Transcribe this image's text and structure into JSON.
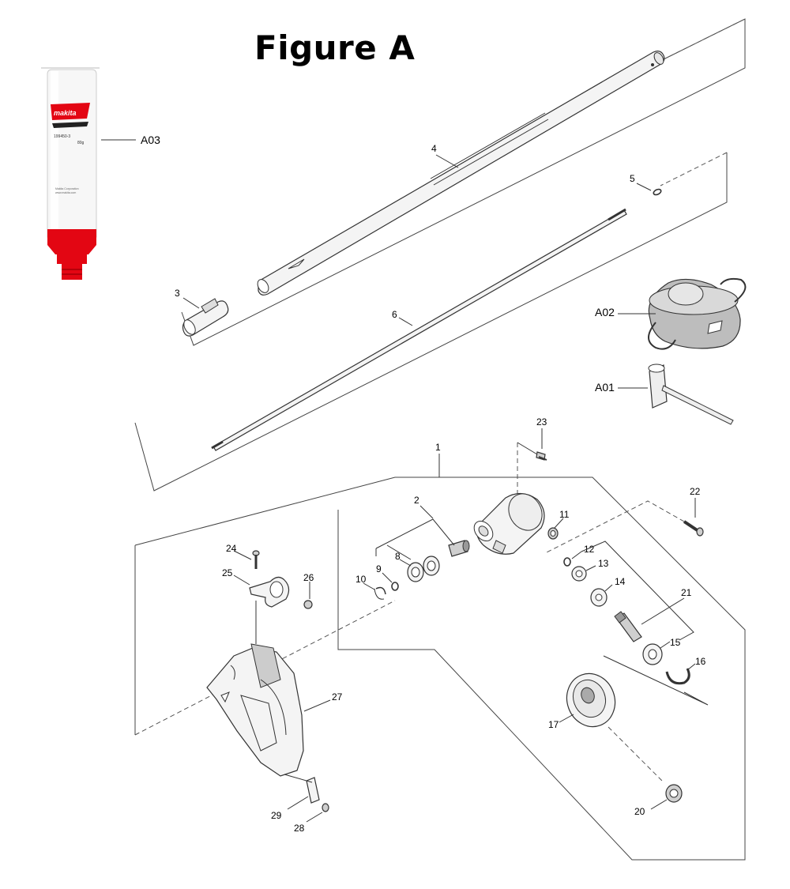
{
  "title": "Figure A",
  "accessory_labels": {
    "a01": "A01",
    "a02": "A02",
    "a03": "A03"
  },
  "grease_tube": {
    "brand": "makita",
    "part_no": "199450-3",
    "weight": "80g",
    "small_print_1": "Makita Corporation",
    "small_print_2": "www.makita.com"
  },
  "part_labels": {
    "p1": "1",
    "p2": "2",
    "p3": "3",
    "p4": "4",
    "p5": "5",
    "p6": "6",
    "p8": "8",
    "p9": "9",
    "p10": "10",
    "p11": "11",
    "p12": "12",
    "p13": "13",
    "p14": "14",
    "p15": "15",
    "p16": "16",
    "p17": "17",
    "p20": "20",
    "p21": "21",
    "p22": "22",
    "p23": "23",
    "p24": "24",
    "p25": "25",
    "p26": "26",
    "p27": "27",
    "p28": "28",
    "p29": "29"
  },
  "colors": {
    "brand_red": "#e30613",
    "line": "#333333",
    "background": "#ffffff"
  }
}
